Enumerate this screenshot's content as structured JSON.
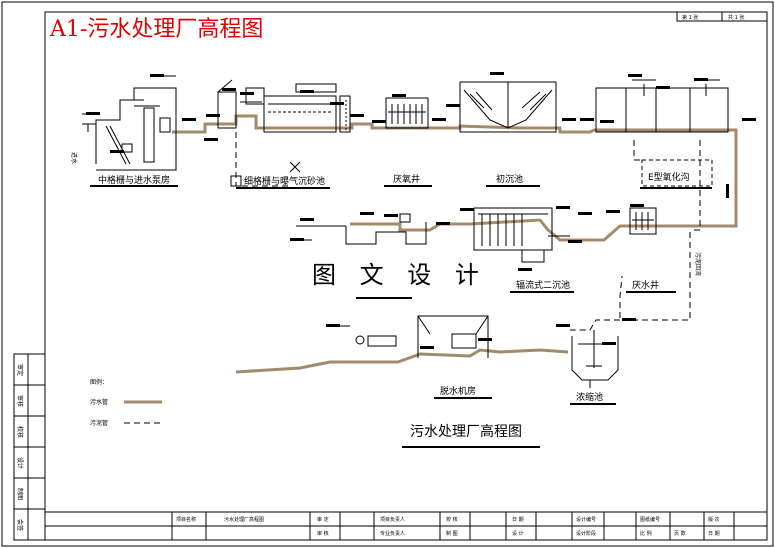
{
  "drawing": {
    "title": "A1-污水处理厂高程图",
    "watermark": "图 文 设 计",
    "caption": "污水处理厂高程图",
    "sheet_no": "第 1 张",
    "sheet_total": "共 1 张"
  },
  "units": {
    "screen_pump": "中格栅与进水泵房",
    "fine_screen": "细格栅与曝气沉砂池",
    "anaerobic_1": "厌氧井",
    "primary_clarifier": "初沉池",
    "oxidation_ditch": "E型氧化沟",
    "secondary_clarifier": "辐流式二沉池",
    "anaerobic_2": "厌水井",
    "sludge_thickener": "浓缩池",
    "dewatering": "脱水机房",
    "return_sludge": "污泥回流",
    "inlet_mark": "进水"
  },
  "legend": {
    "heading": "图例：",
    "sewage_pipe": "污水管",
    "sludge_pipe": "污泥管",
    "colors": {
      "sewage": "#a38a6a",
      "sludge": "#000000",
      "title": "#e00000"
    }
  },
  "title_block": {
    "project_name_label": "项目名称",
    "project_name": "污水处理厂高程图",
    "approve": "审 定",
    "project_lead": "项目负责人",
    "check": "校 核",
    "date": "日 期",
    "design_no": "设计编号",
    "drawing_no_label": "图纸编号",
    "version": "版 次",
    "review": "审 核",
    "discipline_lead": "专业负责人",
    "drafting": "制 图",
    "design": "设 计",
    "design_stage": "设计阶段",
    "scale": "比 例",
    "sheet": "页 数",
    "date2": "日 期"
  },
  "side_strip": [
    "审定",
    "审核",
    "校核",
    "设计",
    "制图",
    "会签"
  ]
}
